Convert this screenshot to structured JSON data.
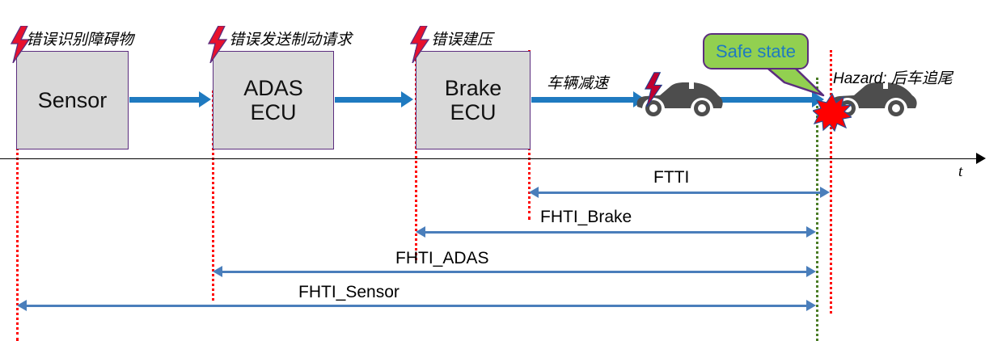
{
  "diagram": {
    "axis_label": "t",
    "blocks": [
      {
        "id": "sensor",
        "label": "Sensor",
        "fault_label": "错误识别障碍物"
      },
      {
        "id": "adas_ecu",
        "label": "ADAS\nECU",
        "fault_label": "错误发送制动请求"
      },
      {
        "id": "brake_ecu",
        "label": "Brake\nECU",
        "fault_label": "错误建压"
      }
    ],
    "flow_label": "车辆减速",
    "callout": {
      "text": "Safe state",
      "fill": "#92D050",
      "border": "#5B2D7E",
      "text_color": "#1F7AC0"
    },
    "hazard": {
      "text": "Hazard: 后车追尾"
    },
    "intervals": [
      {
        "id": "ftti",
        "label": "FTTI",
        "double_headed": true
      },
      {
        "id": "fhti_brake",
        "label": "FHTI_Brake",
        "double_headed": false
      },
      {
        "id": "fhti_adas",
        "label": "FHTI_ADAS",
        "double_headed": false
      },
      {
        "id": "fhti_sensor",
        "label": "FHTI_Sensor",
        "double_headed": false
      }
    ],
    "colors": {
      "block_fill": "#D9D9D9",
      "block_border": "#5B2D7E",
      "flow_arrow": "#1F7AC0",
      "interval_arrow": "#4A7EBB",
      "event_line": "#FF0000",
      "safe_line": "#4A7C26",
      "car": "#4D4D4D",
      "explosion": "#FF0000"
    }
  }
}
